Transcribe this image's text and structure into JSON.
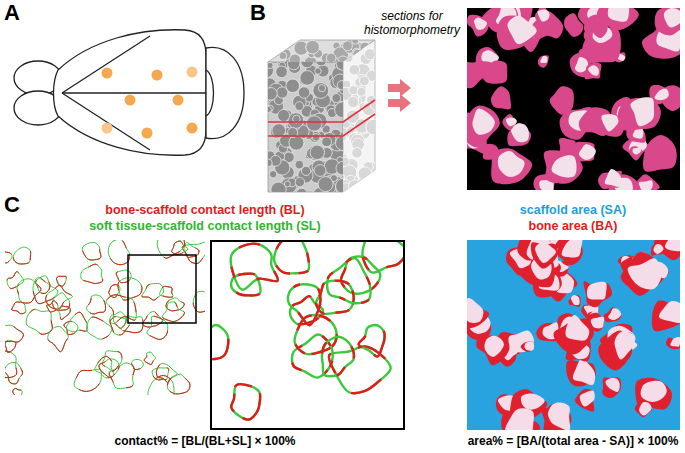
{
  "diagram": {
    "labels": [
      "A",
      "B",
      "sections for histomorphometry",
      "C",
      "bone-scaffold contact length (BL)",
      "soft tissue-scaffold contact length (SL)",
      "contact% = [BL/(BL+SL] × 100%",
      "scaffold area (SA)",
      "bone area (BA)",
      "area% = [BA/(total area - SA)] × 100%"
    ]
  }
}
